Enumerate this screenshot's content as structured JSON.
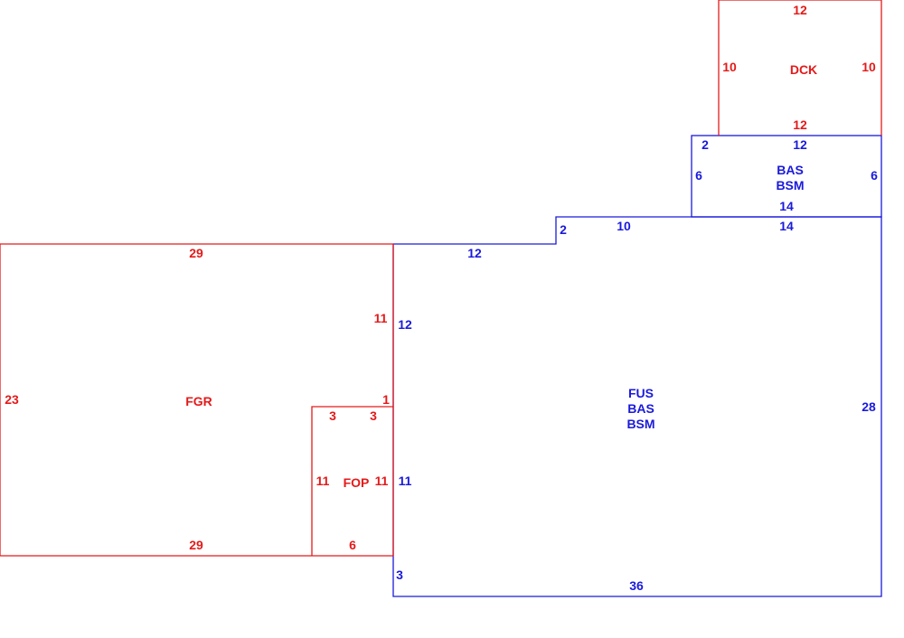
{
  "colors": {
    "red": "#e41a1a",
    "blue": "#1a1adb",
    "background": "#ffffff"
  },
  "areas": {
    "fgr": "FGR",
    "fop": "FOP",
    "dck": "DCK",
    "bas_top_1": "BAS",
    "bas_top_2": "BSM",
    "main_1": "FUS",
    "main_2": "BAS",
    "main_3": "BSM"
  },
  "dimensions": {
    "dck_top": "12",
    "dck_left": "10",
    "dck_right": "10",
    "dck_bottom": "12",
    "bas_top_left": "2",
    "bas_top_top": "12",
    "bas_top_leftside": "6",
    "bas_top_rightside": "6",
    "bas_top_bottom": "14",
    "main_step": "2",
    "main_top_10": "10",
    "main_top_14": "14",
    "main_top_12": "12",
    "main_left_12": "12",
    "main_right": "28",
    "main_left_11": "11",
    "main_left_3": "3",
    "main_bottom": "36",
    "fgr_top": "29",
    "fgr_right": "11",
    "fgr_left": "23",
    "fgr_bottom": "29",
    "fgr_notch": "1",
    "fop_top_left": "3",
    "fop_top_right": "3",
    "fop_left": "11",
    "fop_right": "11",
    "fop_bottom": "6"
  }
}
